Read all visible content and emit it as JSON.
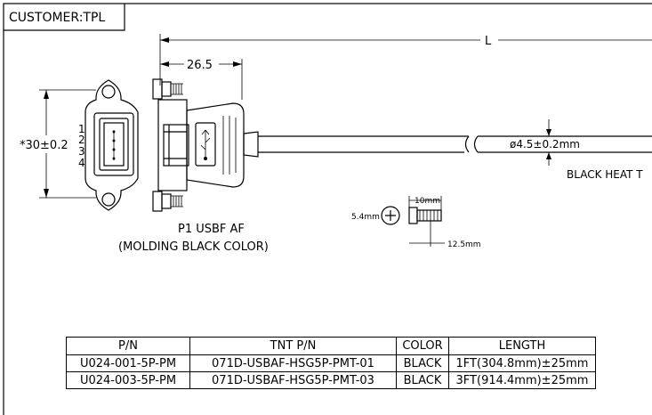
{
  "header": {
    "customer_label": "CUSTOMER:TPL"
  },
  "dimensions": {
    "overall_length": "L",
    "connector_length": "26.5",
    "panel_height": "*30±0.2",
    "cable_diameter": "ø4.5±0.2mm",
    "screw_length": "10mm",
    "screw_head": "5.4mm",
    "screw_thread": "12.5mm"
  },
  "pins": [
    "1",
    "2",
    "3",
    "4"
  ],
  "labels": {
    "part_name": "P1 USBF AF",
    "molding_note": "(MOLDING BLACK COLOR)",
    "cable_note": "BLACK HEAT T"
  },
  "table": {
    "headers": [
      "P/N",
      "TNT P/N",
      "COLOR",
      "LENGTH"
    ],
    "rows": [
      [
        "U024-001-5P-PM",
        "071D-USBAF-HSG5P-PMT-01",
        "BLACK",
        "1FT(304.8mm)±25mm"
      ],
      [
        "U024-003-5P-PM",
        "071D-USBAF-HSG5P-PMT-03",
        "BLACK",
        "3FT(914.4mm)±25mm"
      ]
    ]
  }
}
